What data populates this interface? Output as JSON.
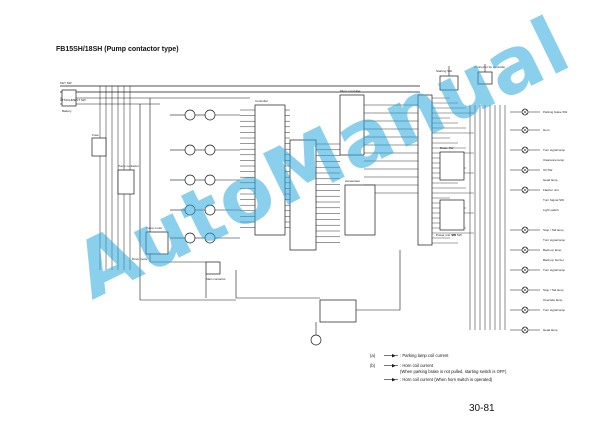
{
  "title": "FB15SH/18SH (Pump contactor type)",
  "page_number": "30-81",
  "watermark": "AutoManual",
  "colors": {
    "line": "#1a1a1a",
    "watermark": "#29a9df",
    "background": "#ffffff"
  },
  "left_labels": [
    "KEY SW",
    "ATTACHMENT SW",
    "Battery",
    "Fuse",
    "Pump motor",
    "Pump contactor",
    "Drive motor",
    "Main contactor"
  ],
  "center_labels": [
    "Micro controller",
    "Controller",
    "Accelerator",
    "Starting SW",
    "Connector for controller",
    "Power unit SW",
    "Brake SW",
    "PS SW"
  ],
  "right_labels": [
    "Parking brake SW",
    "Horn",
    "Turn signal lamp",
    "Clearance lamp",
    "Oil SW",
    "Head lamp",
    "Flasher unit",
    "Turn Signal SW",
    "Light switch",
    "Stop / Tail lamp",
    "Turn signal lamp",
    "Back-up lamp",
    "Back-up buzzer",
    "Turn signal lamp",
    "Stop / Tail lamp",
    "Overside lamp",
    "Turn signal lamp",
    "Head lamp"
  ],
  "legend": [
    {
      "code": "(a)",
      "text": ": Parking lamp coil current"
    },
    {
      "code": "(b)",
      "text": ": Horn coil current"
    },
    {
      "code": "",
      "text": "(When parking brake is not pulled, starting switch is OFF)"
    },
    {
      "code": "",
      "text": ": Horn coil current (When horn switch is operated)"
    }
  ]
}
